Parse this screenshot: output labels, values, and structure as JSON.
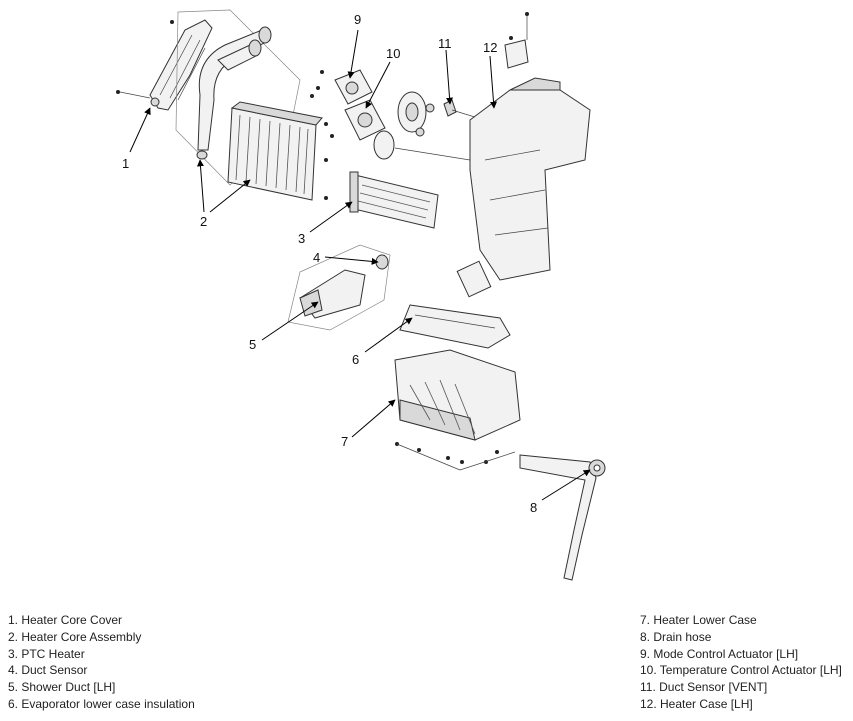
{
  "callouts": [
    "1",
    "2",
    "3",
    "4",
    "5",
    "6",
    "7",
    "8",
    "9",
    "10",
    "11",
    "12"
  ],
  "legend": {
    "left": [
      "1. Heater Core Cover",
      "2. Heater Core Assembly",
      "3. PTC Heater",
      "4. Duct Sensor",
      "5. Shower Duct [LH]",
      "6. Evaporator lower case insulation"
    ],
    "right": [
      "7. Heater Lower Case",
      "8. Drain hose",
      "9. Mode Control Actuator [LH]",
      "10. Temperature Control Actuator [LH]",
      "11. Duct Sensor [VENT]",
      "12. Heater Case [LH]"
    ]
  }
}
